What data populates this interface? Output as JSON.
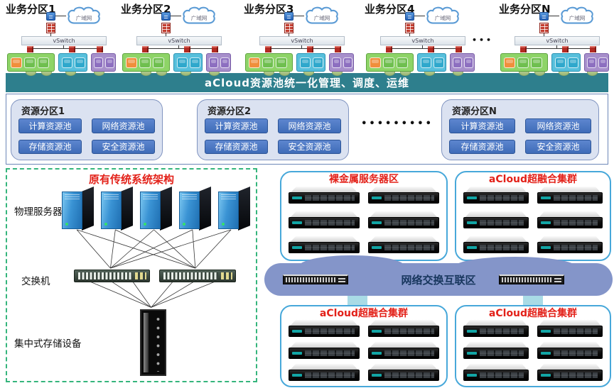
{
  "business_zone": {
    "partitions": [
      {
        "label": "业务分区1"
      },
      {
        "label": "业务分区2"
      },
      {
        "label": "业务分区3"
      },
      {
        "label": "业务分区4"
      },
      {
        "label": "业务分区N"
      }
    ],
    "ellipsis": "•••",
    "wan_label": "广域网",
    "vswitch_label": "vSwitch"
  },
  "banner": {
    "title": "aCloud资源池统一化管理、调度、运维"
  },
  "resource_zone": {
    "partitions": [
      {
        "title": "资源分区1"
      },
      {
        "title": "资源分区2"
      },
      {
        "title": "资源分区N"
      }
    ],
    "pools": [
      "计算资源池",
      "网络资源池",
      "存储资源池",
      "安全资源池"
    ],
    "ellipsis": "•••••••••"
  },
  "legacy_zone": {
    "title": "原有传统系统架构",
    "physical_server_label": "物理服务器",
    "switch_label": "交换机",
    "storage_label": "集中式存储设备"
  },
  "modern_zone": {
    "clusters": [
      {
        "title": "裸金属服务器区"
      },
      {
        "title": "aCloud超融合集群"
      },
      {
        "title": "aCloud超融合集群"
      },
      {
        "title": "aCloud超融合集群"
      }
    ],
    "network_label": "网络交换互联区"
  },
  "colors": {
    "banner_teal": "#2e7f8d",
    "pool_button_blue": "#4472c4",
    "title_red": "#e32119",
    "legacy_border_green": "#35b57c",
    "network_cloud_blue": "#8495c9",
    "connector_cyan": "#a9dbe6"
  }
}
